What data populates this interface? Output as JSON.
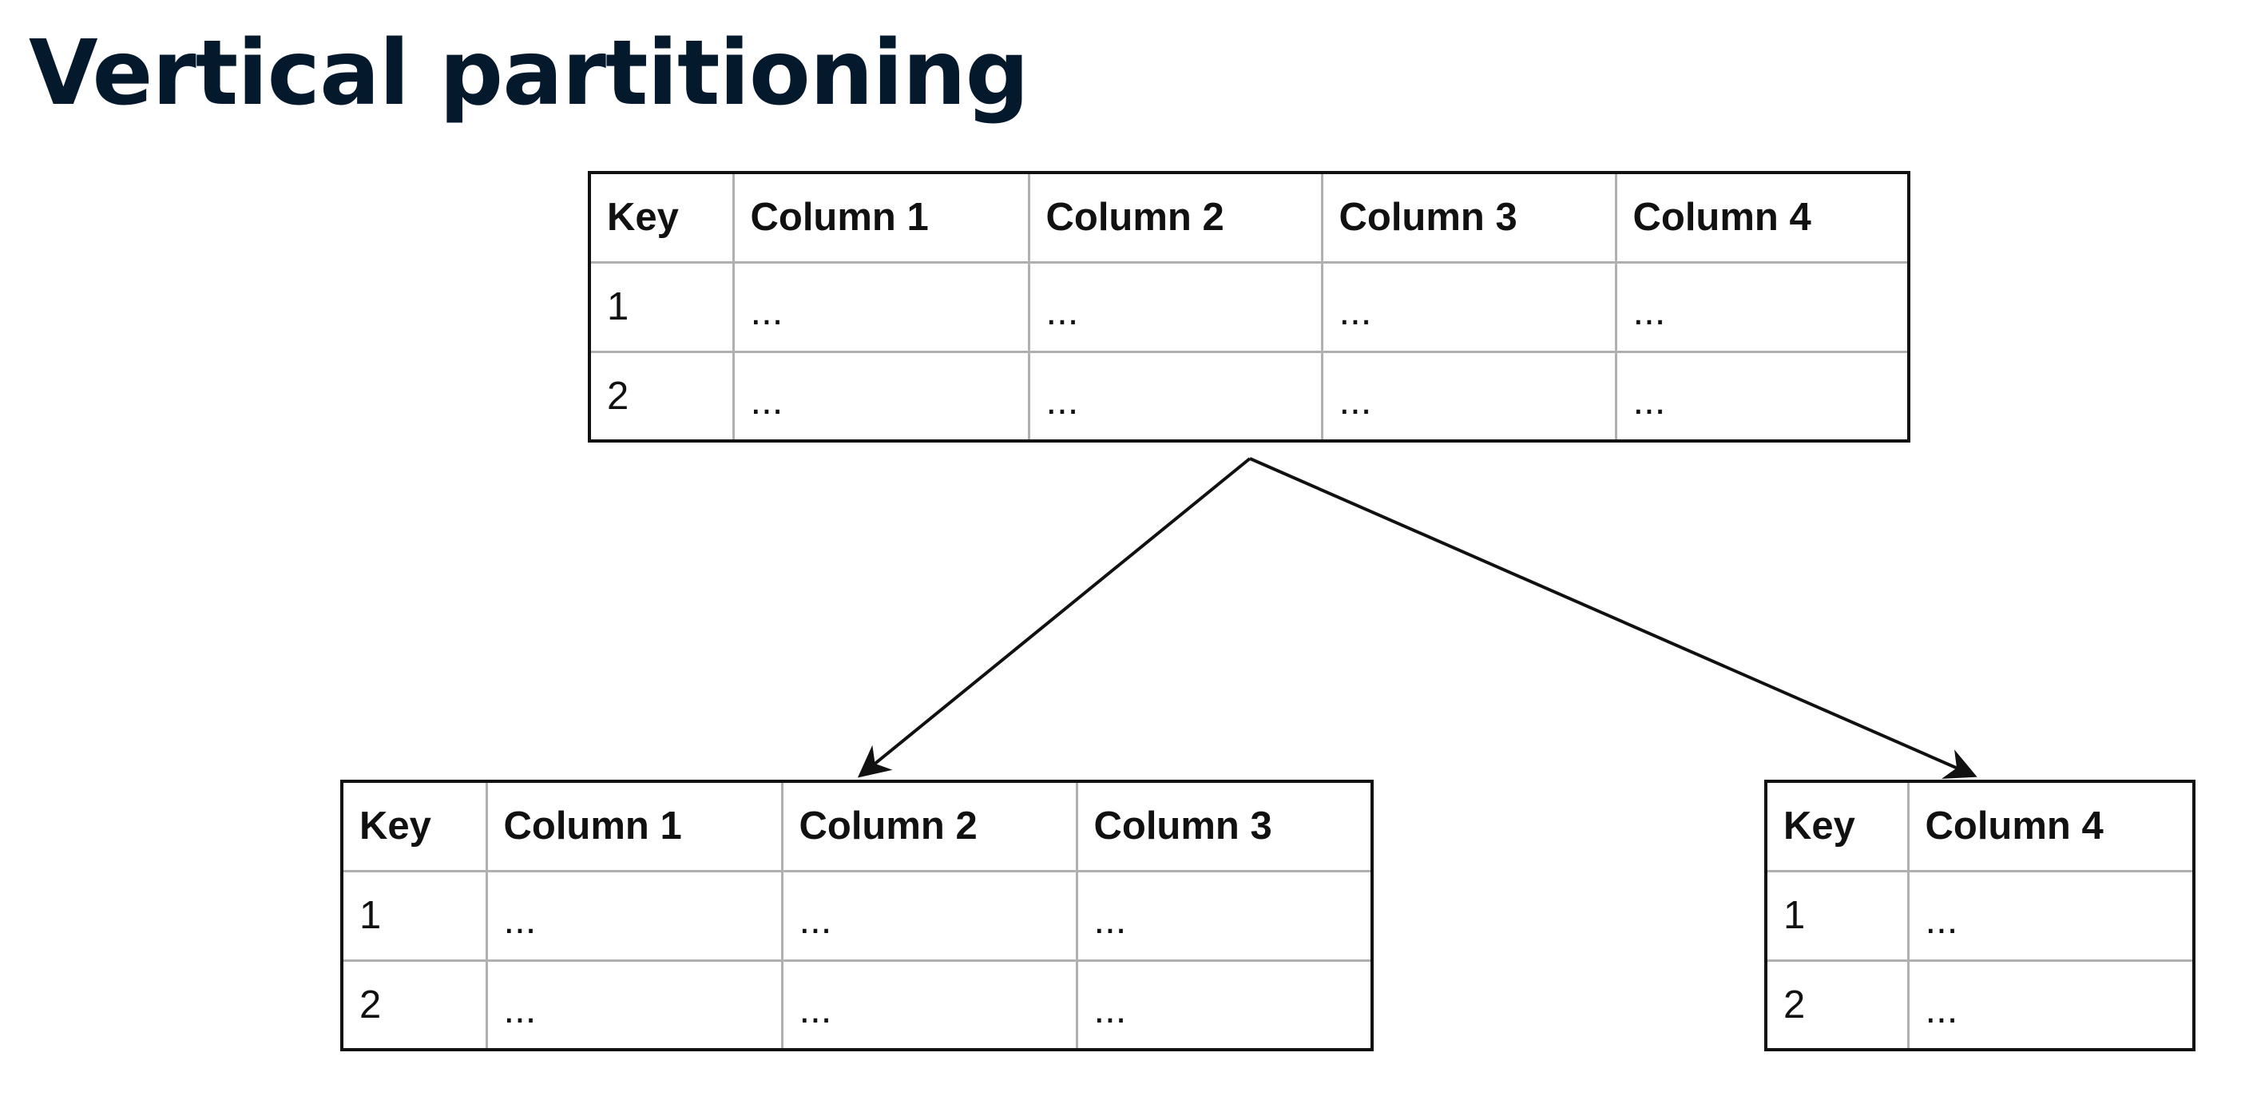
{
  "title": "Vertical partitioning",
  "source_table": {
    "headers": [
      "Key",
      "Column 1",
      "Column 2",
      "Column 3",
      "Column 4"
    ],
    "rows": [
      [
        "1",
        "...",
        "...",
        "...",
        "..."
      ],
      [
        "2",
        "...",
        "...",
        "...",
        "..."
      ]
    ]
  },
  "partition_a": {
    "headers": [
      "Key",
      "Column 1",
      "Column 2",
      "Column 3"
    ],
    "rows": [
      [
        "1",
        "...",
        "...",
        "..."
      ],
      [
        "2",
        "...",
        "...",
        "..."
      ]
    ]
  },
  "partition_b": {
    "headers": [
      "Key",
      "Column 4"
    ],
    "rows": [
      [
        "1",
        "..."
      ],
      [
        "2",
        "..."
      ]
    ]
  },
  "colors": {
    "title": "#05192d",
    "table_border": "#111111",
    "cell_divider": "#b0b0b0",
    "arrow": "#111111"
  }
}
